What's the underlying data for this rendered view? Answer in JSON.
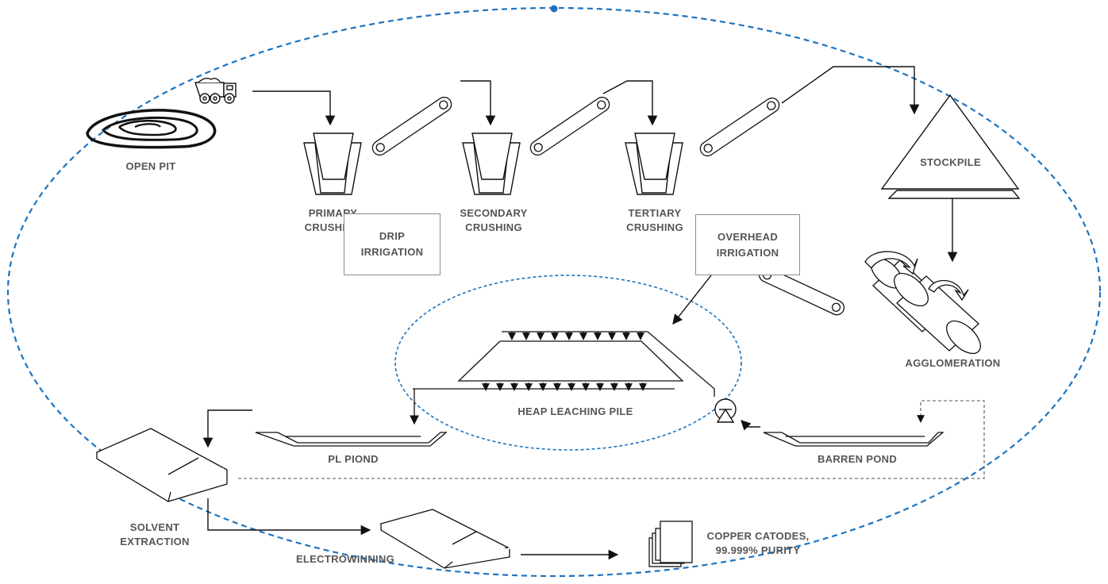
{
  "colors": {
    "outline_dashed": "#1e73be",
    "line": "#111111",
    "label": "#555555",
    "box_border": "#8c8c8c",
    "return_dashed": "#555555"
  },
  "stages": {
    "open_pit": "OPEN PIT",
    "primary_crushing": [
      "PRIMARY",
      "CRUSHING"
    ],
    "secondary_crushing": [
      "SECONDARY",
      "CRUSHING"
    ],
    "tertiary_crushing": [
      "TERTIARY",
      "CRUSHING"
    ],
    "stockpile": "STOCKPILE",
    "agglomeration": "AGGLOMERATION",
    "heap_leaching_pile": "HEAP LEACHING PILE",
    "pl_pond": "PL PIOND",
    "barren_pond": "BARREN POND",
    "solvent_extraction": [
      "SOLVENT",
      "EXTRACTION"
    ],
    "electrowinning": "ELECTROWINNING",
    "copper_cathodes": [
      "COPPER CATODES,",
      "99.999% PURITY"
    ]
  },
  "boxes": {
    "drip_irrigation": [
      "DRIP",
      "IRRIGATION"
    ],
    "overhead_irrigation": [
      "OVERHEAD",
      "IRRIGATION"
    ]
  },
  "icons": [
    "haul-truck-icon",
    "open-pit-icon",
    "conveyor-belt-icon",
    "crusher-icon",
    "stockpile-icon",
    "agglomeration-drum-icon",
    "heap-pile-icon",
    "pump-icon",
    "pond-icon",
    "solvent-extraction-tank-icon",
    "electrowinning-tank-icon",
    "copper-cathode-sheets-icon"
  ]
}
